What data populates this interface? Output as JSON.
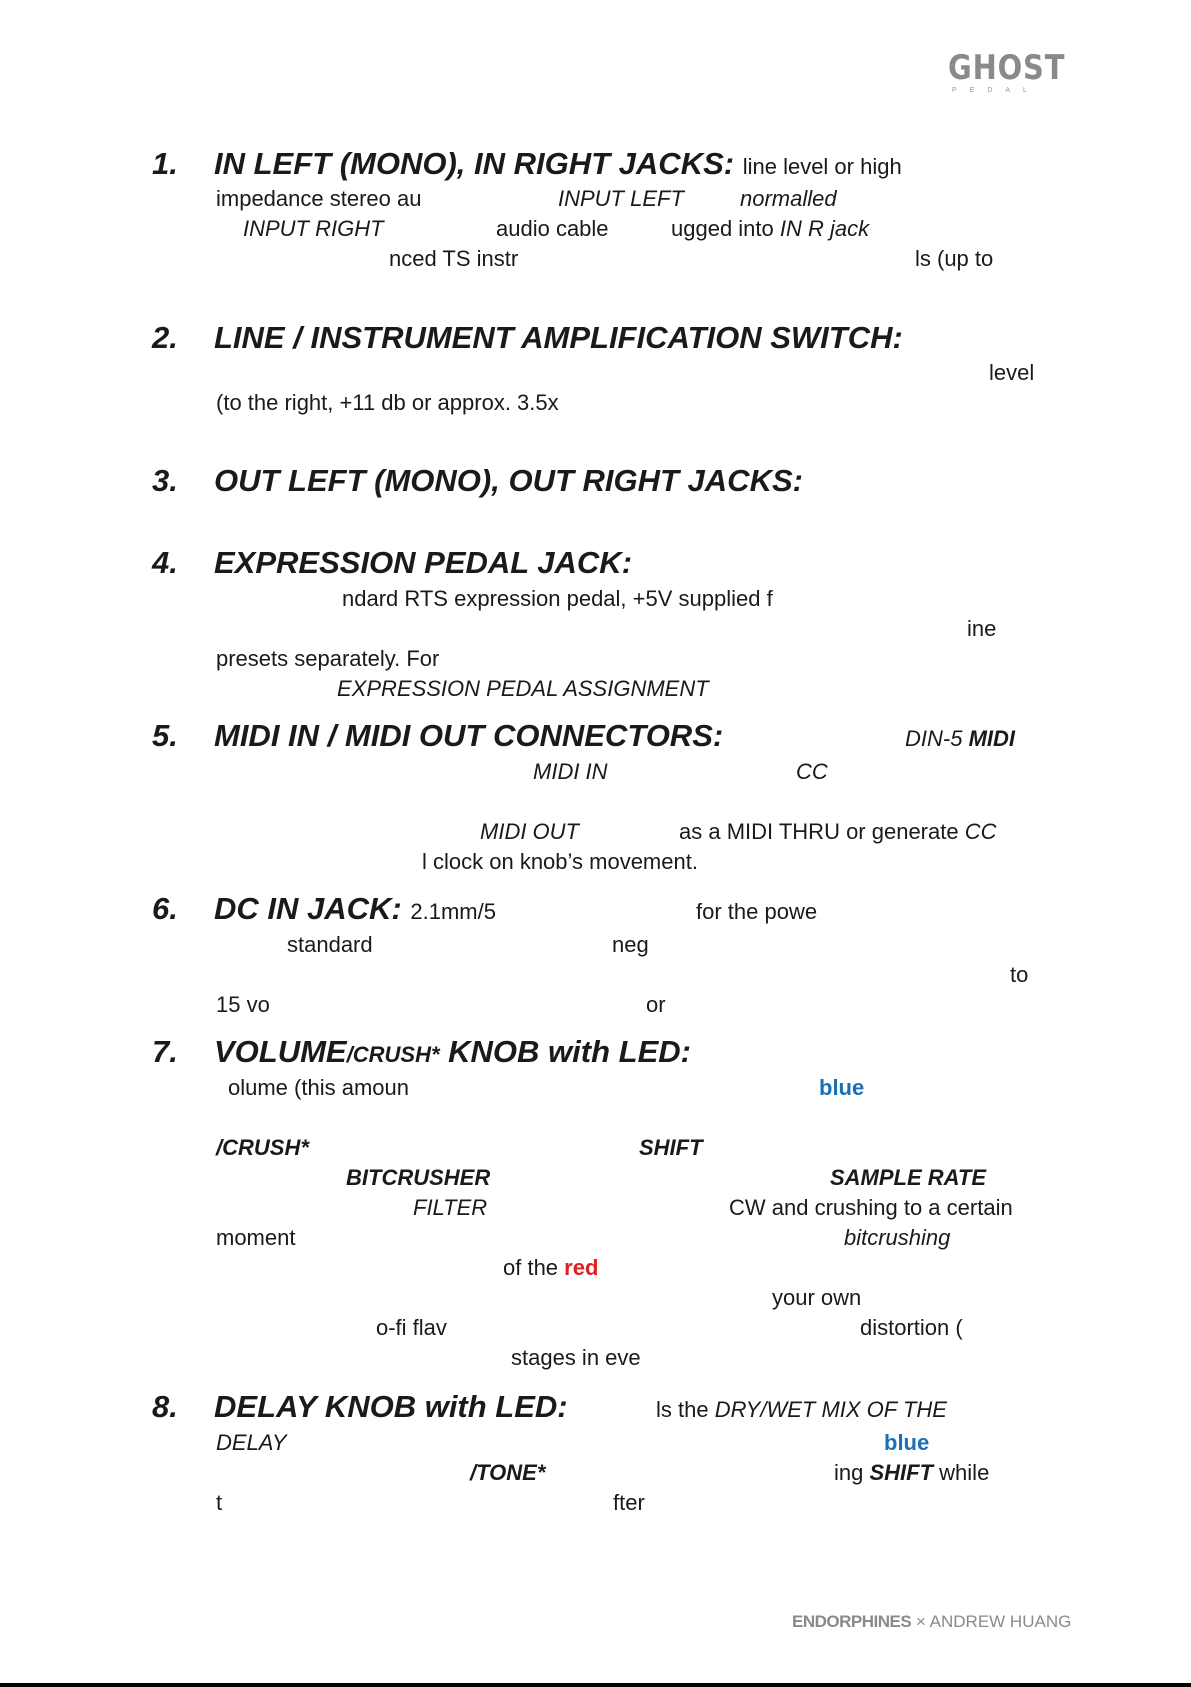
{
  "logo": {
    "main": "GHOST",
    "sub": "PEDAL"
  },
  "sections": [
    {
      "num": "1.",
      "heading": "IN LEFT (MONO), IN RIGHT JACKS:",
      "heading_tail": "line level or high",
      "lines": [
        {
          "a": "impedance stereo au",
          "b": "INPUT LEFT",
          "c": "normalled"
        },
        {
          "a": "INPUT RIGHT",
          "b": "audio cable",
          "c": "ugged into",
          "d": "IN R jack"
        },
        {
          "a": "nced TS instr",
          "b": "ls (up to"
        }
      ]
    },
    {
      "num": "2.",
      "heading": "LINE / INSTRUMENT AMPLIFICATION SWITCH:",
      "lines": [
        {
          "a": "level"
        },
        {
          "a": "(to the right, +11 db or approx. 3.5x"
        }
      ]
    },
    {
      "num": "3.",
      "heading": "OUT LEFT (MONO), OUT RIGHT JACKS:"
    },
    {
      "num": "4.",
      "heading": "EXPRESSION PEDAL JACK:",
      "lines": [
        {
          "a": "ndard RTS expression pedal, +5V supplied f"
        },
        {
          "a": "ine"
        },
        {
          "a": "presets separately. For"
        },
        {
          "a": "EXPRESSION PEDAL ASSIGNMENT"
        }
      ]
    },
    {
      "num": "5.",
      "heading": "MIDI IN / MIDI OUT CONNECTORS:",
      "heading_tail_a": "DIN-5",
      "heading_tail_b": "MIDI",
      "lines": [
        {
          "a": "MIDI IN",
          "b": "CC"
        },
        {
          "a": "MIDI OUT",
          "b": "as a MIDI THRU or generate",
          "c": "CC"
        },
        {
          "a": "l clock on knob’s movement."
        }
      ]
    },
    {
      "num": "6.",
      "heading": "DC IN JACK:",
      "heading_tail": "2.1mm/5",
      "heading_tail_b": "for the powe",
      "lines": [
        {
          "a": "standard",
          "b": "neg"
        },
        {
          "a": "to"
        },
        {
          "a": "15 vo",
          "b": "or"
        }
      ]
    },
    {
      "num": "7.",
      "heading_a": "VOLUME",
      "heading_b": "/CRUSH*",
      "heading_c": "KNOB with LED:",
      "lines": [
        {
          "a": "olume (this amoun",
          "b": "blue"
        },
        {
          "a": "/CRUSH*",
          "b": "SHIFT"
        },
        {
          "a": "BITCRUSHER",
          "b": "SAMPLE RATE"
        },
        {
          "a": "FILTER",
          "b": "CW and crushing to a certain"
        },
        {
          "a": "moment",
          "b": "bitcrushing"
        },
        {
          "a": "of the",
          "b": "red"
        },
        {
          "a": "your own"
        },
        {
          "a": "o-fi flav",
          "b": "distortion ("
        },
        {
          "a": "stages in eve"
        }
      ]
    },
    {
      "num": "8.",
      "heading": "DELAY KNOB with LED:",
      "heading_tail_a": "ls the",
      "heading_tail_b": "DRY/WET MIX OF THE",
      "lines": [
        {
          "a": "DELAY",
          "b": "blue"
        },
        {
          "a": "/TONE*",
          "b": "ing",
          "c": "SHIFT",
          "d": "while"
        },
        {
          "a": "t",
          "b": "fter"
        }
      ]
    }
  ],
  "footer": {
    "brand": "ENDORPHINES",
    "sep": "×",
    "partner": "ANDREW HUANG"
  }
}
